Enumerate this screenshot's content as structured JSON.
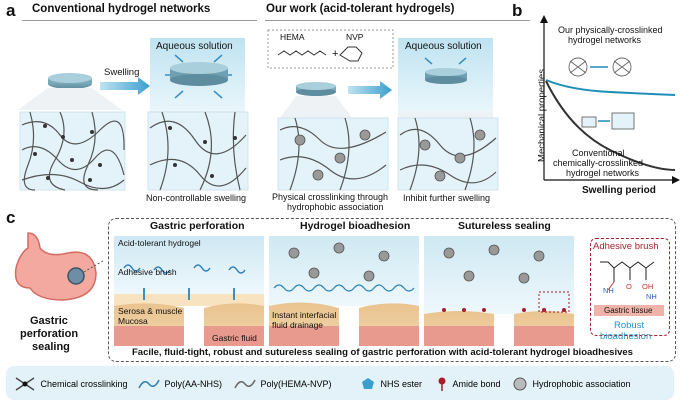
{
  "panel_a": {
    "letter": "a",
    "left_title": "Conventional hydrogel networks",
    "right_title": "Our work (acid-tolerant hydrogels)",
    "swelling_label": "Swelling",
    "aqueous_left": "Aqueous solution",
    "aqueous_right": "Aqueous solution",
    "monomer_hema": "HEMA",
    "monomer_nvp": "NVP",
    "plus": "+",
    "caption_noncontrollable": "Non-controllable swelling",
    "caption_physical_line1": "Physical crosslinking through",
    "caption_physical_line2": "hydrophobic association",
    "caption_inhibit": "Inhibit further swelling"
  },
  "panel_b": {
    "letter": "b",
    "our_line1": "Our physically-crosslinked",
    "our_line2": "hydrogel networks",
    "conv_line1": "Conventional",
    "conv_line2": "chemically-crosslinked",
    "conv_line3": "hydrogel networks",
    "ylabel": "Mechanical properties",
    "xlabel": "Swelling period",
    "colors": {
      "ours": "#1f8fb8",
      "conventional": "#333333"
    }
  },
  "panel_c": {
    "letter": "c",
    "stomach_label_line1": "Gastric",
    "stomach_label_line2": "perforation",
    "stomach_label_line3": "sealing",
    "step1_title": "Gastric perforation",
    "step2_title": "Hydrogel bioadhesion",
    "step3_title": "Sutureless sealing",
    "layer_hydrogel": "Acid-tolerant hydrogel",
    "layer_brush": "Adhesive brush",
    "layer_serosa_line1": "Serosa & muscle",
    "layer_serosa_line2": "Mucosa",
    "layer_fluid": "Gastric fluid",
    "drainage_line1": "Instant interfacial",
    "drainage_line2": "fluid drainage",
    "inset_title": "Adhesive brush",
    "inset_tissue": "Gastric tissue",
    "inset_robust_line1": "Robust",
    "inset_robust_line2": "bioadhesion",
    "inset_chem_nh": "NH",
    "inset_chem_o": "O",
    "inset_chem_oh": "OH",
    "inset_chem_nh2": "NH",
    "bottom_caption": "Facile, fluid-tight, robust and sutureless sealing of gastric perforation with acid-tolerant hydrogel bioadhesives"
  },
  "legend": {
    "items": [
      {
        "label": "Chemical crosslinking",
        "icon": "chemical-crosslink-icon"
      },
      {
        "label": "Poly(AA-NHS)",
        "icon": "blue-chain-icon"
      },
      {
        "label": "Poly(HEMA-NVP)",
        "icon": "gray-chain-icon"
      },
      {
        "label": "NHS ester",
        "icon": "nhs-ester-icon"
      },
      {
        "label": "Amide bond",
        "icon": "amide-bond-icon"
      },
      {
        "label": "Hydrophobic association",
        "icon": "hydrophobic-association-icon"
      }
    ]
  }
}
